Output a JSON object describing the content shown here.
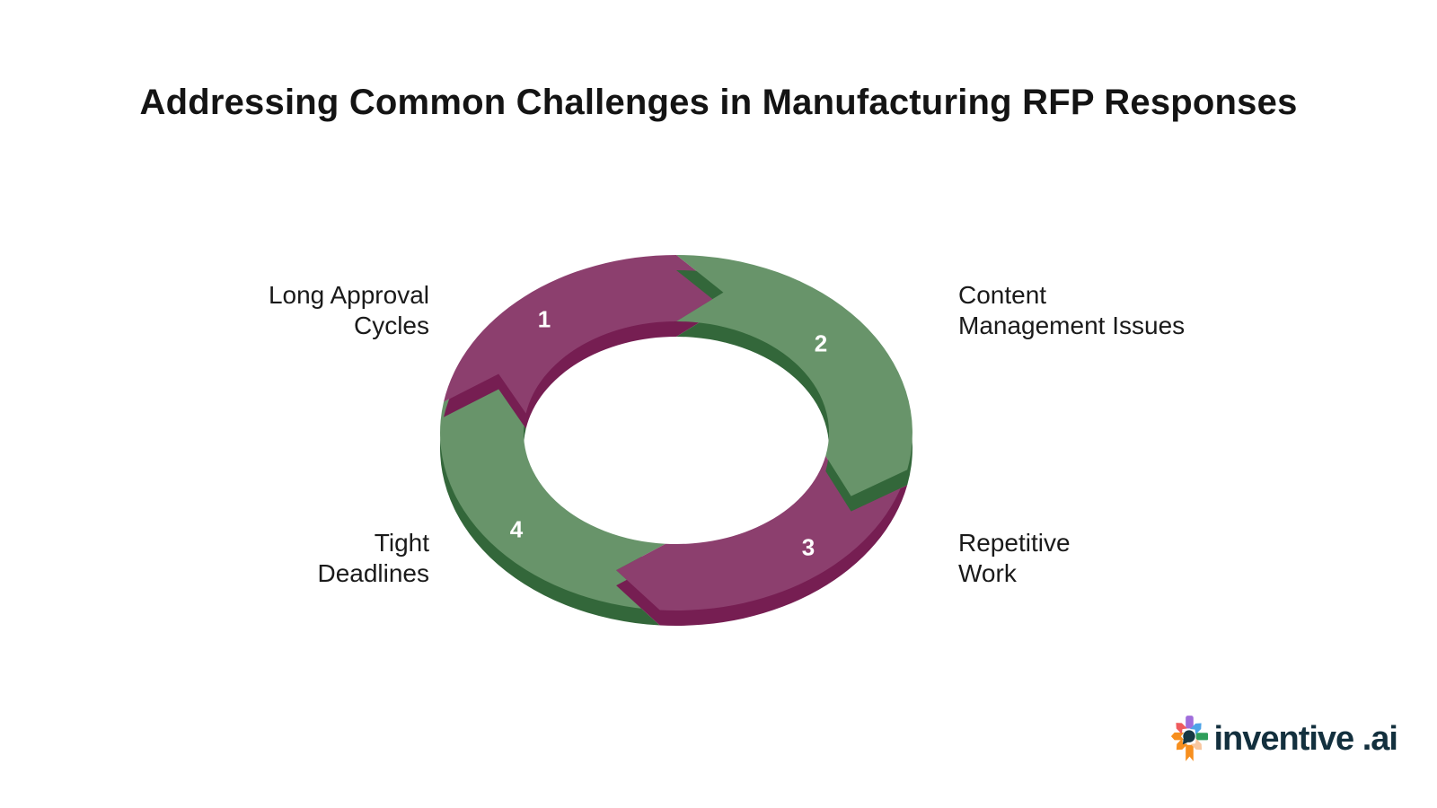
{
  "title": "Addressing Common Challenges in Manufacturing RFP Responses",
  "diagram": {
    "type": "cycle",
    "direction": "clockwise",
    "steps": [
      {
        "number": "1",
        "label": "Long Approval\nCycles",
        "color": "purple"
      },
      {
        "number": "2",
        "label": "Content\nManagement Issues",
        "color": "green"
      },
      {
        "number": "3",
        "label": "Repetitive\nWork",
        "color": "purple"
      },
      {
        "number": "4",
        "label": "Tight\nDeadlines",
        "color": "green"
      }
    ]
  },
  "colors": {
    "purple": "#8C3F6E",
    "purple_dark": "#761E52",
    "green": "#68946A",
    "green_dark": "#33673A",
    "title_text": "#141414",
    "label_text": "#1A1A1A",
    "number_text": "#FFFFFF"
  },
  "logo": {
    "wordmark": "inventive .ai",
    "icon": "burst-logo-icon",
    "text_color": "#13303E",
    "icon_colors": {
      "coral": "#EF5B5E",
      "purple": "#A06DDB",
      "blue": "#4DA3E8",
      "green": "#2F9E5B",
      "peach": "#F8C79F",
      "orange": "#F78F1E",
      "teal": "#173743"
    }
  }
}
